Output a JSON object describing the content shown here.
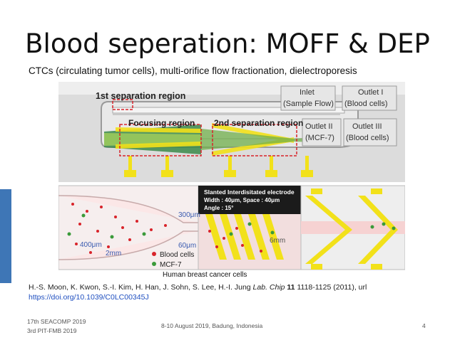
{
  "slide": {
    "title": "Blood seperation: MOFF & DEP",
    "subtitle": "CTCs (circulating tumor cells), multi-orifice flow fractionation, dielectroporesis",
    "accent_color": "#3e76b6"
  },
  "figure": {
    "labels": {
      "first_region": "1st separation region",
      "inlet": "Inlet",
      "inlet_sub": "(Sample Flow)",
      "outlet1": "Outlet I",
      "outlet1_sub": "(Blood cells)",
      "focusing": "Focusing region",
      "second_region": "2nd separation region",
      "outlet2": "Outlet II",
      "outlet2_sub": "(MCF-7)",
      "outlet3": "Outlet III",
      "outlet3_sub": "(Blood cells)",
      "electrode_title": "Slanted Interdisitated electrode",
      "electrode_width": "Width : 40μm, Space : 40μm",
      "electrode_angle": "Angle : 15°",
      "dim_300": "300μm",
      "dim_60": "60μm",
      "dim_400": "400μm",
      "dim_2mm": "2mm",
      "dim_6mm": "6mm",
      "legend_blood": "Blood cells",
      "legend_mcf7": "MCF-7"
    },
    "caption": "Human breast cancer cells",
    "colors": {
      "blood_cells": "#d8232a",
      "mcf7": "#3a9a3a",
      "electrode": "#f2e11a",
      "region_box": "#d8232a"
    }
  },
  "citation": {
    "authors": "H.-S. Moon, K. Kwon, S.-I. Kim, H. Han, J. Sohn, S. Lee, H.-I. Jung ",
    "journal": "Lab. Chip",
    "volume": "11",
    "pages": " 1118-1125 (2011), url",
    "doi": "https://doi.org/10.1039/C0LC00345J"
  },
  "footer": {
    "conf_line1": "17th SEACOMP 2019",
    "conf_line2": "3rd PIT-FMB 2019",
    "center": "8-10 August 2019, Badung, Indonesia",
    "page_number": "4"
  }
}
